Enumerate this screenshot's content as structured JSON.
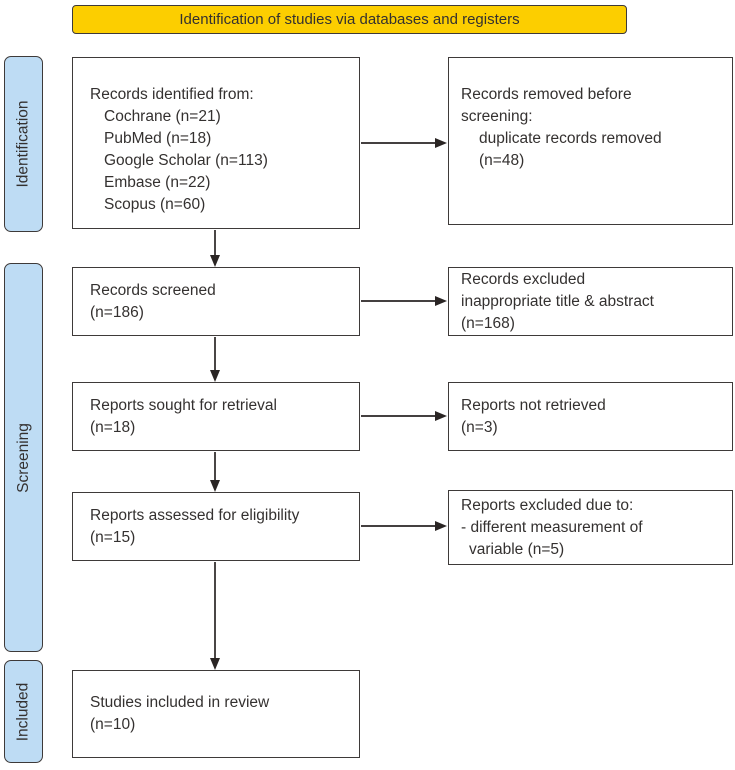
{
  "banner": {
    "label": "Identification of studies via databases and registers"
  },
  "sidebar": {
    "stages": {
      "identification": "Identification",
      "screening": "Screening",
      "included": "Included"
    }
  },
  "colors": {
    "banner_fill": "#fcce00",
    "sidebar_fill": "#bedcf4",
    "border": "#3e3a39",
    "text": "#343130",
    "arrow": "#2a2524"
  },
  "flow": {
    "records_identified": {
      "lines": [
        "Records identified from:",
        "Cochrane (n=21)",
        "PubMed (n=18)",
        "Google Scholar (n=113)",
        "Embase (n=22)",
        "Scopus (n=60)"
      ]
    },
    "records_removed": {
      "lines": [
        "Records removed before",
        "screening:",
        "duplicate records removed",
        "(n=48)"
      ]
    },
    "records_screened": {
      "lines": [
        "Records screened",
        "(n=186)"
      ]
    },
    "records_excluded": {
      "lines": [
        "Records excluded",
        "inappropriate title & abstract",
        "(n=168)"
      ]
    },
    "reports_sought": {
      "lines": [
        "Reports sought for retrieval",
        "(n=18)"
      ]
    },
    "reports_not_retrieved": {
      "lines": [
        "Reports not retrieved",
        "(n=3)"
      ]
    },
    "reports_assessed": {
      "lines": [
        "Reports assessed for eligibility",
        "(n=15)"
      ]
    },
    "reports_excluded": {
      "lines": [
        "Reports excluded due to:",
        "- different measurement of",
        "variable (n=5)"
      ]
    },
    "studies_included": {
      "lines": [
        "Studies included in review",
        "(n=10)"
      ]
    }
  }
}
